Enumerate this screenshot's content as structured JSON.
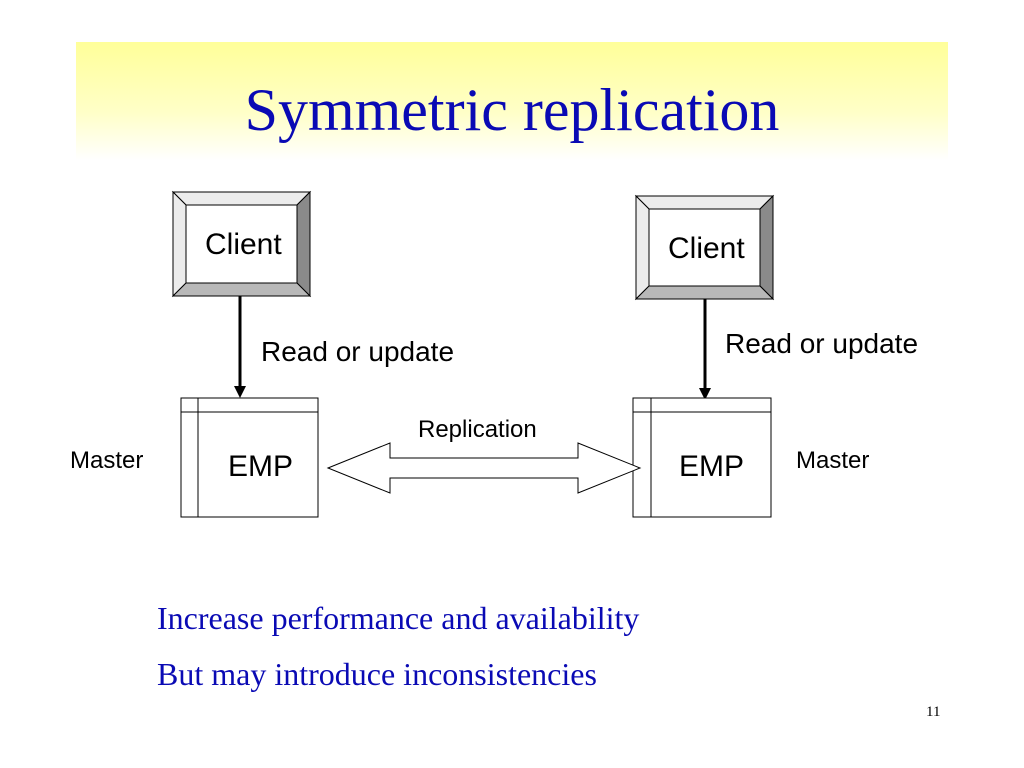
{
  "slide": {
    "title": "Symmetric replication",
    "page_number": "11"
  },
  "diagram": {
    "left": {
      "client_label": "Client",
      "arrow_label": "Read or update",
      "db_label": "EMP",
      "role_label": "Master"
    },
    "right": {
      "client_label": "Client",
      "arrow_label": "Read or update",
      "db_label": "EMP",
      "role_label": "Master"
    },
    "link_label": "Replication"
  },
  "bullets": [
    "Increase performance and availability",
    "But may introduce inconsistencies"
  ]
}
